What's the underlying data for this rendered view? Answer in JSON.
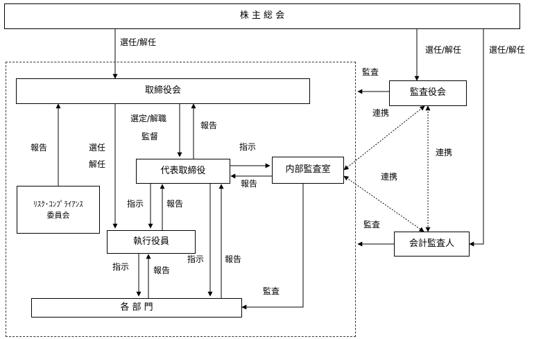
{
  "boxes": {
    "shareholders": "株 主 総 会",
    "board": "取締役会",
    "auditors": "監査役会",
    "president": "代表取締役",
    "internal_audit": "内部監査室",
    "risk_committee_line1": "ﾘｽｸ･ｺﾝﾌﾟﾗｲｱﾝｽ",
    "risk_committee_line2": "委員会",
    "executives": "執行役員",
    "accounting_auditor": "会計監査人",
    "departments": "各 部 門"
  },
  "labels": {
    "appoint_dismiss_board": "選任/解任",
    "appoint_dismiss_auditors": "選任/解任",
    "appoint_dismiss_accounting": "選任/解任",
    "audit_board": "監査",
    "coop_auditors_internal": "連携",
    "select_dismiss_president": "選定/解職",
    "supervise": "監督",
    "report_president_board": "報告",
    "instruct_internal": "指示",
    "report_internal_president": "報告",
    "coop_auditors_accounting": "連携",
    "coop_internal_accounting": "連携",
    "report_risk_board": "報告",
    "appoint_exec_1": "選任",
    "appoint_exec_2": "解任",
    "instruct_exec": "指示",
    "report_exec_president": "報告",
    "audit_accounting": "監査",
    "instruct_depts_president": "指示",
    "report_depts_president": "報告",
    "instruct_depts_exec": "指示",
    "report_depts_exec": "報告",
    "audit_internal_depts": "監査"
  }
}
